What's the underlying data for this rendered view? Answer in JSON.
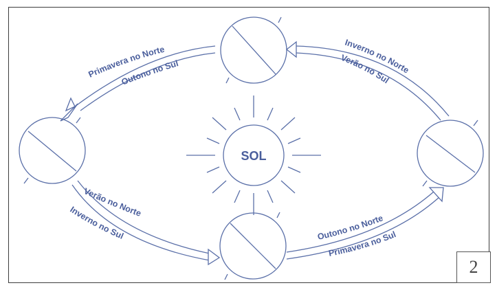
{
  "diagram": {
    "sun_label": "SOL",
    "slide_number": "2",
    "seasons": {
      "top_left_north": "Primavera no Norte",
      "top_left_south": "Outono no Sul",
      "top_right_north": "Inverno no Norte",
      "top_right_south": "Verão no Sul",
      "bottom_left_north": "Verão no Norte",
      "bottom_left_south": "Inverno no Sul",
      "bottom_right_north": "Outono no Norte",
      "bottom_right_south": "Primavera no Sul"
    }
  },
  "colors": {
    "line": "#5a6fa8",
    "text": "#4a5e9c",
    "frame": "#3c3c3c"
  }
}
